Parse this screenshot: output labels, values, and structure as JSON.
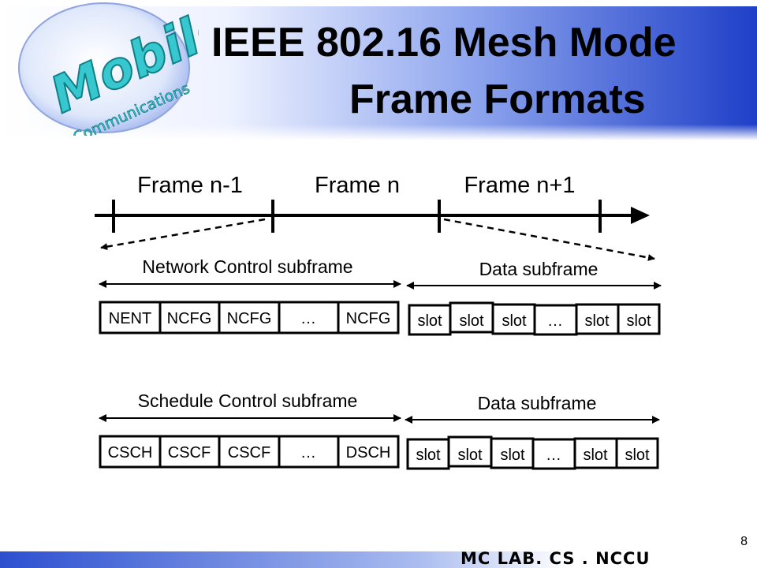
{
  "slide": {
    "title_line1": "IEEE 802.16 Mesh Mode",
    "title_line2": "Frame Formats",
    "page_number": "8",
    "footer": "MC LAB. CS . NCCU",
    "logo": {
      "word_large": "Mobile",
      "word_small": "Communications"
    },
    "colors": {
      "header_blue": "#1e3fc8",
      "footer_blue": "#2c4fd0",
      "logo_teal": "#36c7cf"
    }
  },
  "timeline": {
    "frames": [
      "Frame n-1",
      "Frame n",
      "Frame n+1"
    ]
  },
  "rows": [
    {
      "left_label": "Network Control subframe",
      "left_cells": [
        "NENT",
        "NCFG",
        "NCFG",
        "…",
        "NCFG"
      ],
      "right_label": "Data subframe",
      "right_cells": [
        "slot",
        "slot",
        "slot",
        "…",
        "slot",
        "slot"
      ]
    },
    {
      "left_label": "Schedule Control subframe",
      "left_cells": [
        "CSCH",
        "CSCF",
        "CSCF",
        "…",
        "DSCH"
      ],
      "right_label": "Data subframe",
      "right_cells": [
        "slot",
        "slot",
        "slot",
        "…",
        "slot",
        "slot"
      ]
    }
  ]
}
